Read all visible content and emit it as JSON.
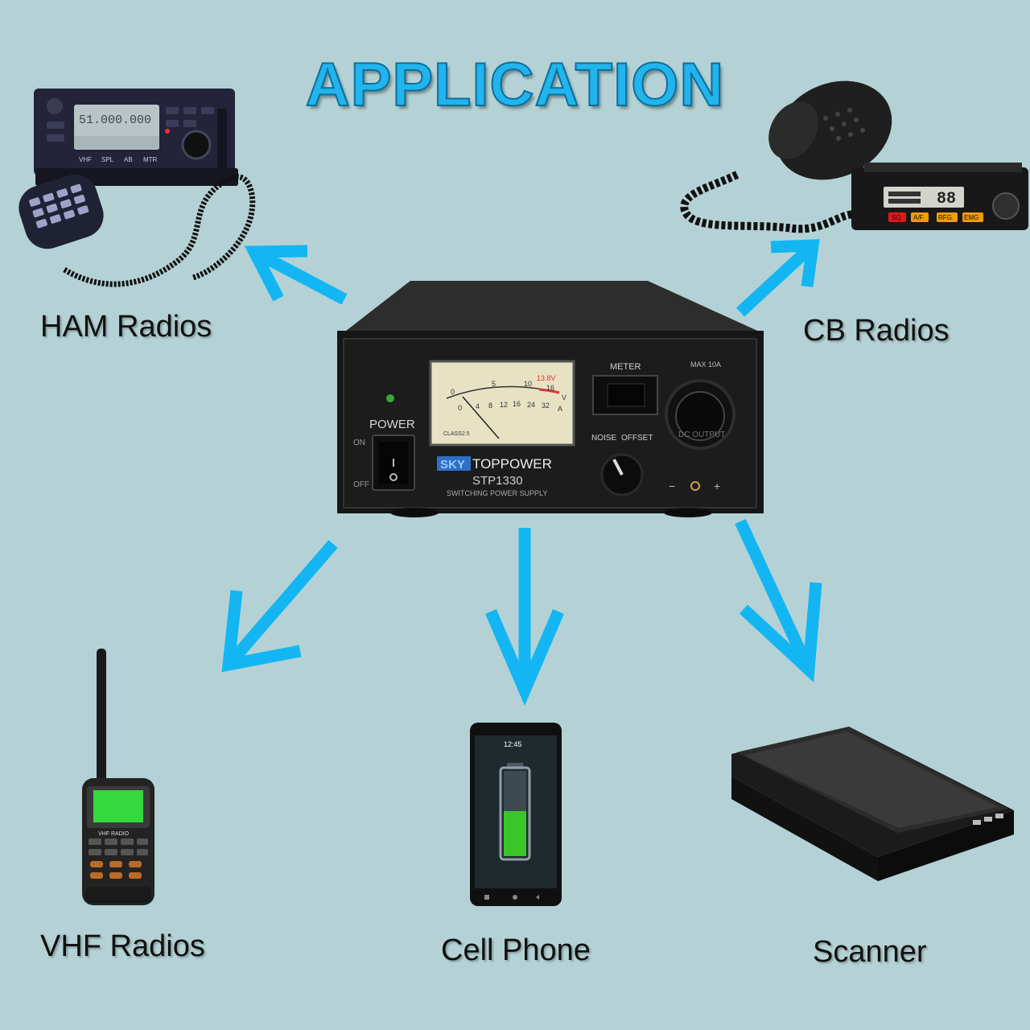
{
  "title": "APPLICATION",
  "labels": {
    "ham": "HAM Radios",
    "cb": "CB Radios",
    "vhf": "VHF Radios",
    "phone": "Cell Phone",
    "scanner": "Scanner"
  },
  "supply": {
    "power_label": "POWER",
    "on_label": "ON",
    "off_label": "OFF",
    "meter_label": "METER",
    "max_label": "MAX 10A",
    "noise_label": "NOISE",
    "offset_label": "OFFSET",
    "brand_sky": "SKY",
    "brand_name": "TOPPOWER",
    "model": "STP1330",
    "subtitle": "SWITCHING  POWER  SUPPLY",
    "socket_text": "DC OUTPUT",
    "meter_v_scale": [
      "0",
      "5",
      "10",
      "13.8V",
      "16"
    ],
    "meter_a_scale": [
      "0",
      "4",
      "8",
      "12",
      "16",
      "24",
      "32"
    ],
    "meter_v": "V",
    "meter_a": "A",
    "meter_class": "CLASS2.5",
    "polarity_minus": "−",
    "polarity_plus": "+"
  },
  "ham_display": "51.000.000",
  "ham_keys": [
    "VHF",
    "SPL",
    "AB",
    "MTR"
  ],
  "cb_display": "88",
  "cb_buttons": [
    "SQ",
    "A/F",
    "RFG",
    "EMG"
  ],
  "vhf_brand": "VHF RADIO",
  "phone_time": "12:45",
  "colors": {
    "accent": "#22b4ec",
    "background": "#b4d2d5"
  }
}
